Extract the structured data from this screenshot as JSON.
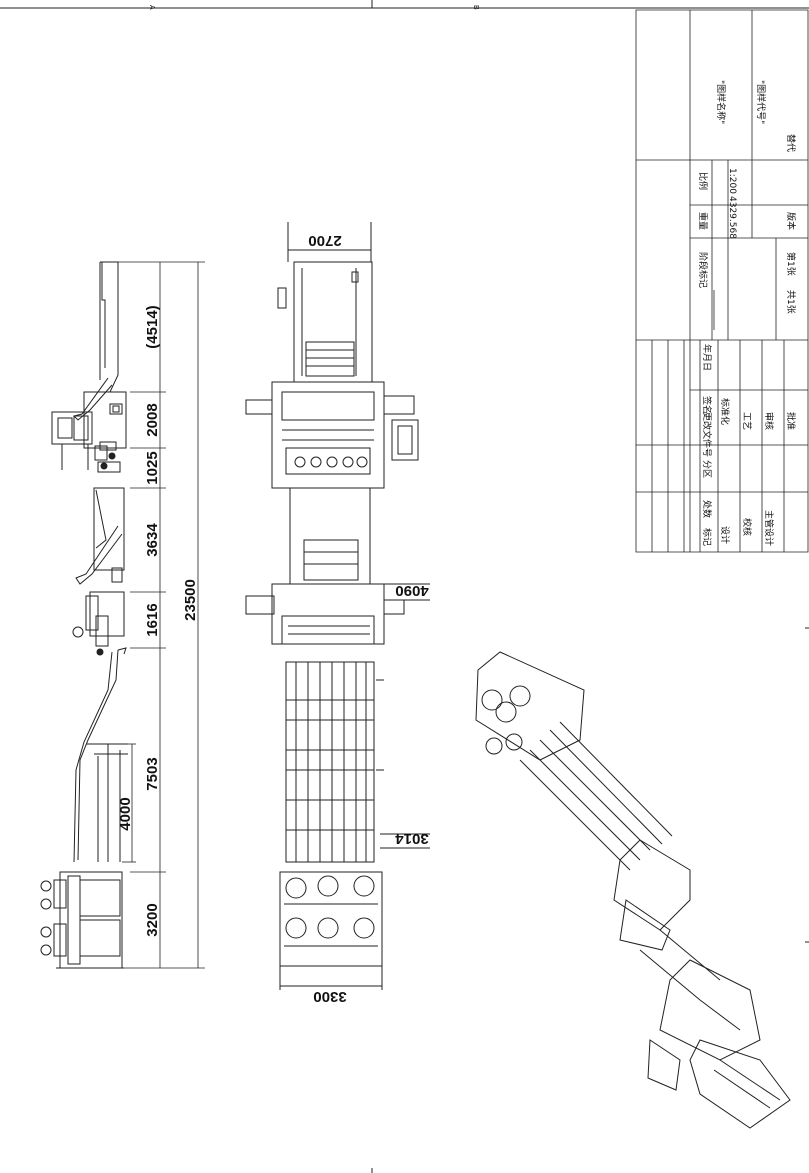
{
  "grid": {
    "col_a": "A",
    "col_b": "B"
  },
  "side_view": {
    "dims": [
      "(4514)",
      "2008",
      "1025",
      "3634",
      "1616",
      "7503",
      "4000",
      "3200"
    ],
    "total": "23500"
  },
  "top_view": {
    "dims": {
      "width_top": "2700",
      "mid": "4090",
      "lower": "3014",
      "width_bottom": "3300"
    }
  },
  "title_block": {
    "drawing_name": "\"图样名称\"",
    "drawing_code": "\"图样代号\"",
    "scale_label": "比例",
    "scale_value": "1:200",
    "weight_label": "重量",
    "weight_value": "4329.568",
    "stage_mark_label": "阶段标记",
    "total_sheets": "共1张",
    "sheet_no": "第1张",
    "version": "版本",
    "replace": "替代",
    "mark": "标记",
    "count": "处数",
    "zone": "分区",
    "change_doc": "更改文件号",
    "signature": "签名",
    "date": "年月日",
    "design": "设计",
    "standardize": "标准化",
    "check": "校核",
    "process": "工艺",
    "main_design": "主管设计",
    "review": "审核",
    "approve": "批准"
  }
}
